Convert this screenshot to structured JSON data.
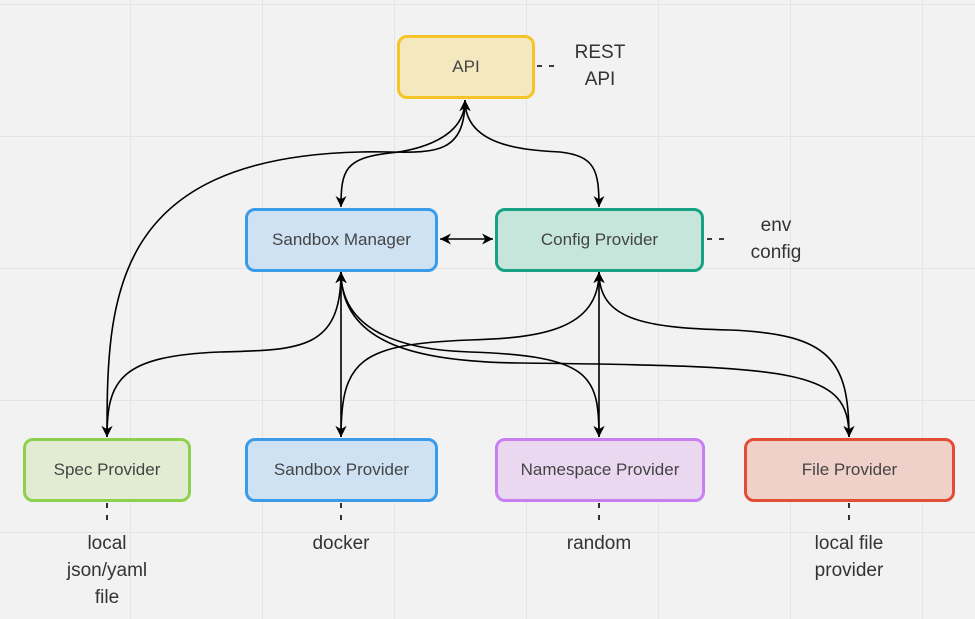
{
  "nodes": {
    "api": {
      "label": "API",
      "fill": "#f4e8c1",
      "stroke": "#f5c527"
    },
    "sandbox_manager": {
      "label": "Sandbox Manager",
      "fill": "#cfe2f3",
      "stroke": "#3a9be8"
    },
    "config_provider": {
      "label": "Config Provider",
      "fill": "#c6e6dc",
      "stroke": "#17a383"
    },
    "spec_provider": {
      "label": "Spec Provider",
      "fill": "#e2ecd2",
      "stroke": "#8bd14e"
    },
    "sandbox_provider": {
      "label": "Sandbox Provider",
      "fill": "#cfe2f3",
      "stroke": "#3a9be8"
    },
    "namespace_provider": {
      "label": "Namespace Provider",
      "fill": "#ead8f0",
      "stroke": "#c87ff0"
    },
    "file_provider": {
      "label": "File Provider",
      "fill": "#f0d1ca",
      "stroke": "#e24d36"
    }
  },
  "notes": {
    "api": "REST\nAPI",
    "config": "env\nconfig",
    "spec": "local\njson/yaml\nfile",
    "sandbox": "docker",
    "namespace": "random",
    "file": "local file\nprovider"
  }
}
